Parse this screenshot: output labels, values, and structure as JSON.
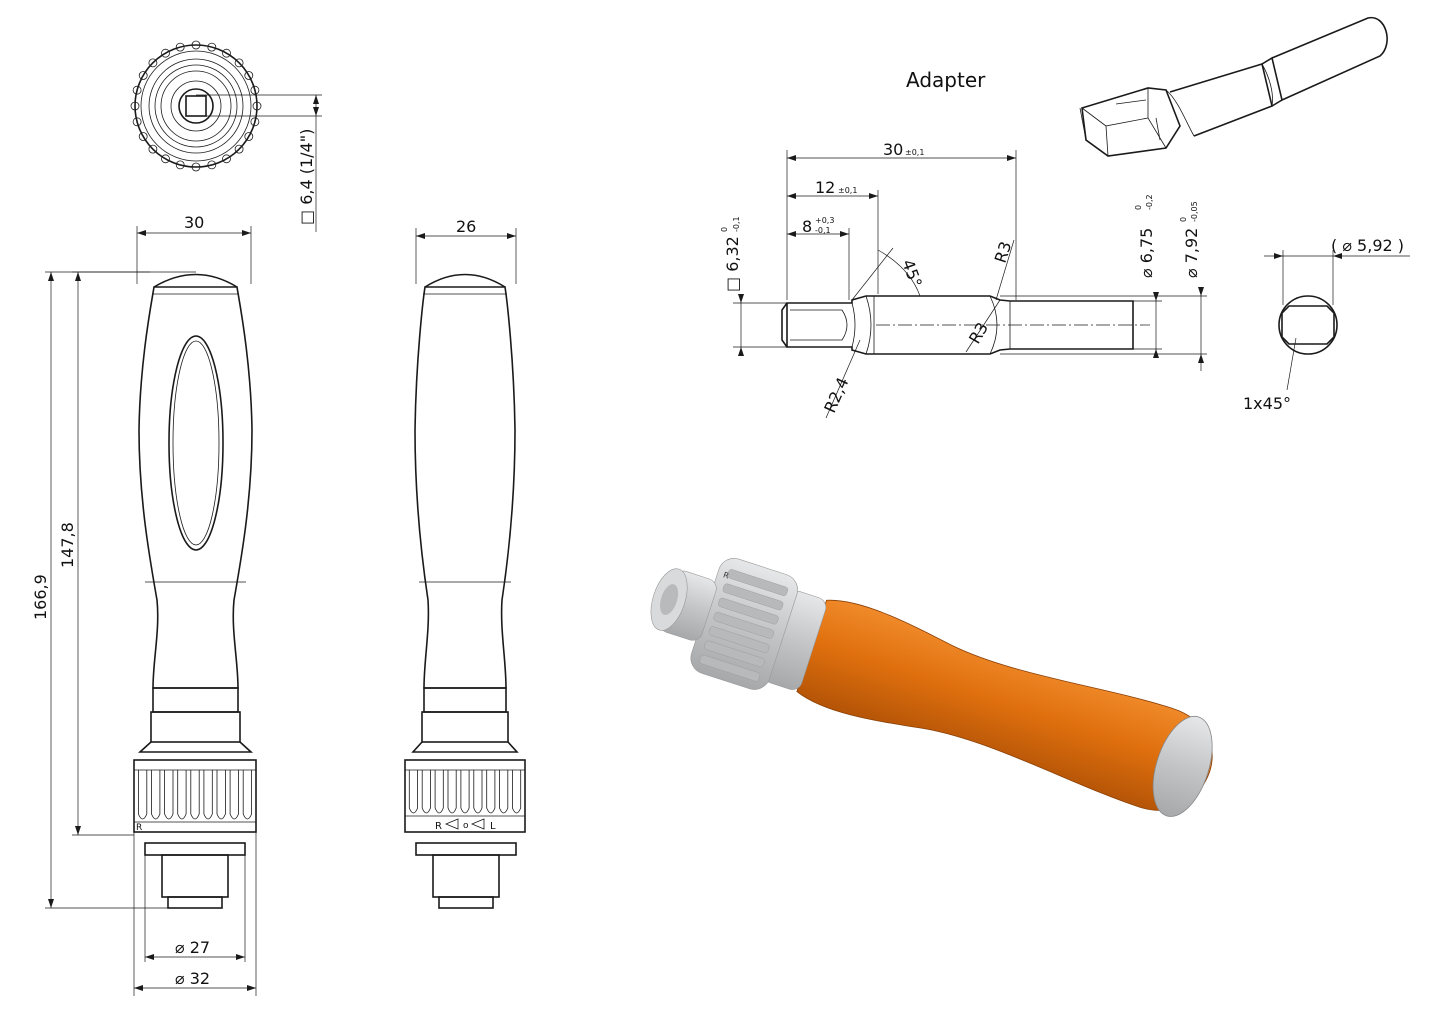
{
  "title": "Adapter",
  "handle_front_view": {
    "width": "30",
    "overall_length": "166,9",
    "handle_length": "147,8",
    "collar_diameter": "⌀ 27",
    "ring_diameter": "⌀ 32",
    "square_drive": "□ 6,4 (1/4\")",
    "ring_marking": "R"
  },
  "handle_side_view": {
    "width": "26",
    "direction_marking_left": "R",
    "direction_marking_center": "o",
    "direction_marking_right": "L"
  },
  "adapter_drawing": {
    "length_total": "30",
    "length_total_tol": "±0,1",
    "length_12": "12",
    "length_12_tol": "±0,1",
    "length_8": "8",
    "length_8_tol_upper": "+0,3",
    "length_8_tol_lower": "-0,1",
    "angle": "45°",
    "square_size": "□ 6,32",
    "square_tol_upper": "0",
    "square_tol_lower": "-0,1",
    "diameter_675": "⌀ 6,75",
    "diameter_675_tol_upper": "0",
    "diameter_675_tol_lower": "-0,2",
    "diameter_792": "⌀ 7,92",
    "diameter_792_tol_upper": "0",
    "diameter_792_tol_lower": "-0,05",
    "radius_r3_upper": "R3",
    "radius_r3_lower": "R3",
    "radius_r24": "R2,4"
  },
  "adapter_end_view": {
    "reference_diameter": "( ⌀ 5,92 )",
    "chamfer": "1x45°"
  },
  "render_marking": "R",
  "colors": {
    "line": "#1a1a1a",
    "grip_orange": "#e0700e",
    "metal_gray": "#c9cacb"
  }
}
